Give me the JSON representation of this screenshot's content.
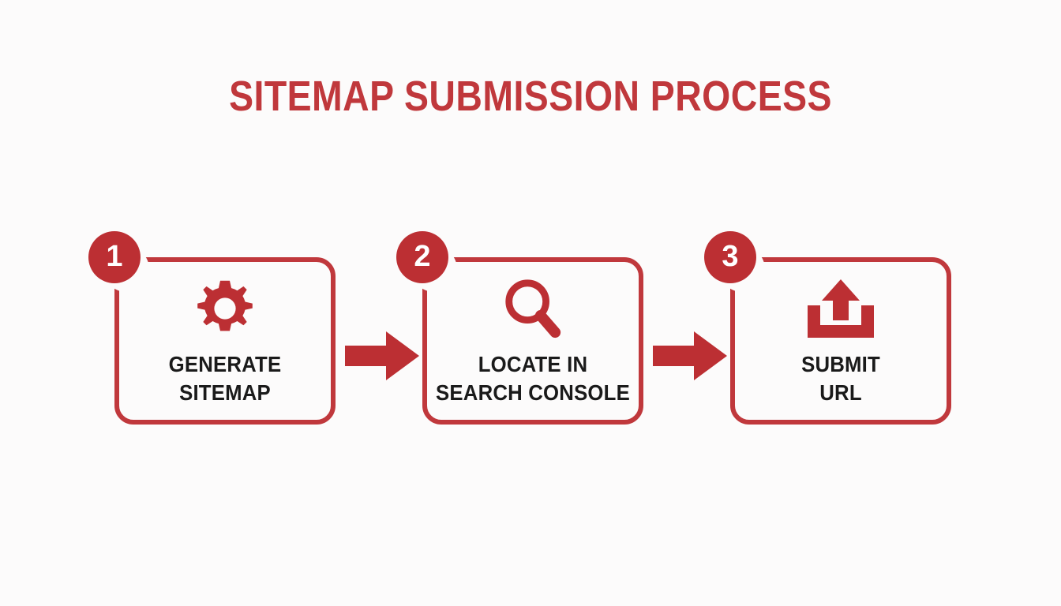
{
  "title": "SITEMAP  SUBMISSION PROCESS",
  "colors": {
    "brand_red": "#c0383c",
    "badge_red": "#bc2f33",
    "arrow_red": "#bc2f33",
    "text_black": "#1a1a1a",
    "background": "#fcfbfb"
  },
  "steps": [
    {
      "number": "1",
      "icon": "gear-icon",
      "label": "GENERATE\nSITEMAP"
    },
    {
      "number": "2",
      "icon": "magnifier-icon",
      "label": "LOCATE IN\nSEARCH CONSOLE"
    },
    {
      "number": "3",
      "icon": "upload-icon",
      "label": "SUBMIT\nURL"
    }
  ],
  "connectors": [
    {
      "name": "arrow-right-icon"
    },
    {
      "name": "arrow-right-icon"
    }
  ]
}
